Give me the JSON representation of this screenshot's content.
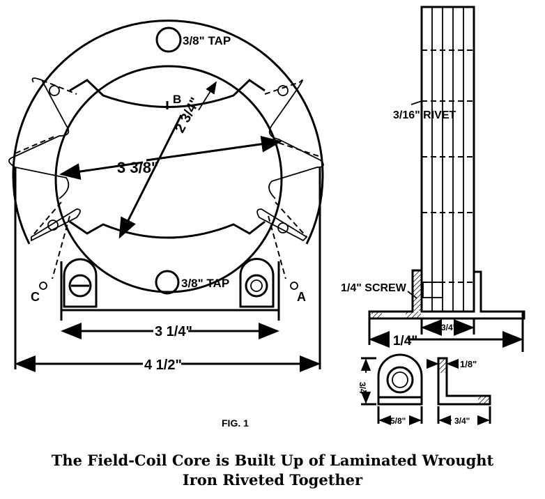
{
  "figure": {
    "front_view": {
      "top_tap_label": "3/8\" TAP",
      "bottom_tap_label": "3/8\" TAP",
      "point_b_label": "B",
      "bore_radius_label": "2 3/4\"",
      "pole_span_label": "3 3/8\"",
      "terminal_c_label": "C",
      "terminal_a_label": "A",
      "base_width_label": "3 1/4\"",
      "overall_width_label": "4 1/2\"",
      "figure_label": "FIG. 1"
    },
    "side_view": {
      "rivet_label": "3/16\" RIVET",
      "screw_label": "1/4\" SCREW",
      "base_length_label": "2 1/4\"",
      "stack_width_label": "3/4\""
    },
    "bracket_detail": {
      "height_label": "3/4\"",
      "lug_width_label": "5/8\"",
      "thickness_label": "1/8\"",
      "leg_length_label": "3/4\""
    }
  },
  "caption": {
    "line1": "The Field-Coil Core is Built Up of Laminated Wrought",
    "line2": "Iron Riveted Together"
  }
}
